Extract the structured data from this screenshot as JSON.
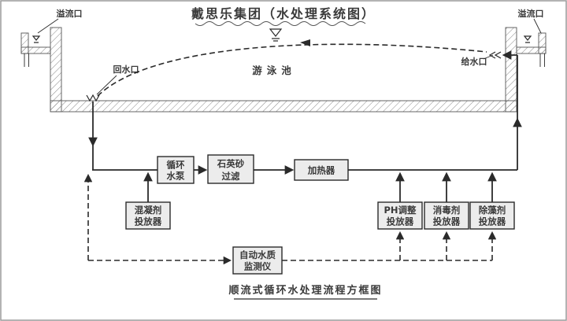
{
  "title": "戴思乐集团（水处理系统图）",
  "caption": "顺流式循环水处理流程方框图",
  "pool": {
    "name": "游泳池",
    "overflow_left": "溢流口",
    "overflow_right": "溢流口",
    "return_port": "回水口",
    "supply_port": "给水口"
  },
  "boxes": {
    "pump": {
      "line1": "循环",
      "line2": "水泵"
    },
    "filter": {
      "line1": "石英砂",
      "line2": "过滤"
    },
    "heater": {
      "label": "加热器"
    },
    "coagulant": {
      "line1": "混凝剂",
      "line2": "投放器"
    },
    "ph_doser": {
      "line1": "PH调整",
      "line2": "投放器"
    },
    "disinfectant_doser": {
      "line1": "消毒剂",
      "line2": "投放器"
    },
    "algaecide_doser": {
      "line1": "除藻剂",
      "line2": "投放器"
    }
  },
  "monitor": {
    "line1": "自动水质",
    "line2": "监测仪"
  },
  "icons": {
    "water_level": "water-level-symbol ▽",
    "return_port_grate": "zigzag-w-symbol",
    "supply_port_jet": "double-chevron-left",
    "flow_arrow": "solid-triangle-arrowhead"
  },
  "colors": {
    "line": "#2a2a2a",
    "box_fill": "#ececec",
    "text": "#3a3a3a",
    "frame": "#9a9a9a",
    "hatch": "#8a8a8a"
  }
}
